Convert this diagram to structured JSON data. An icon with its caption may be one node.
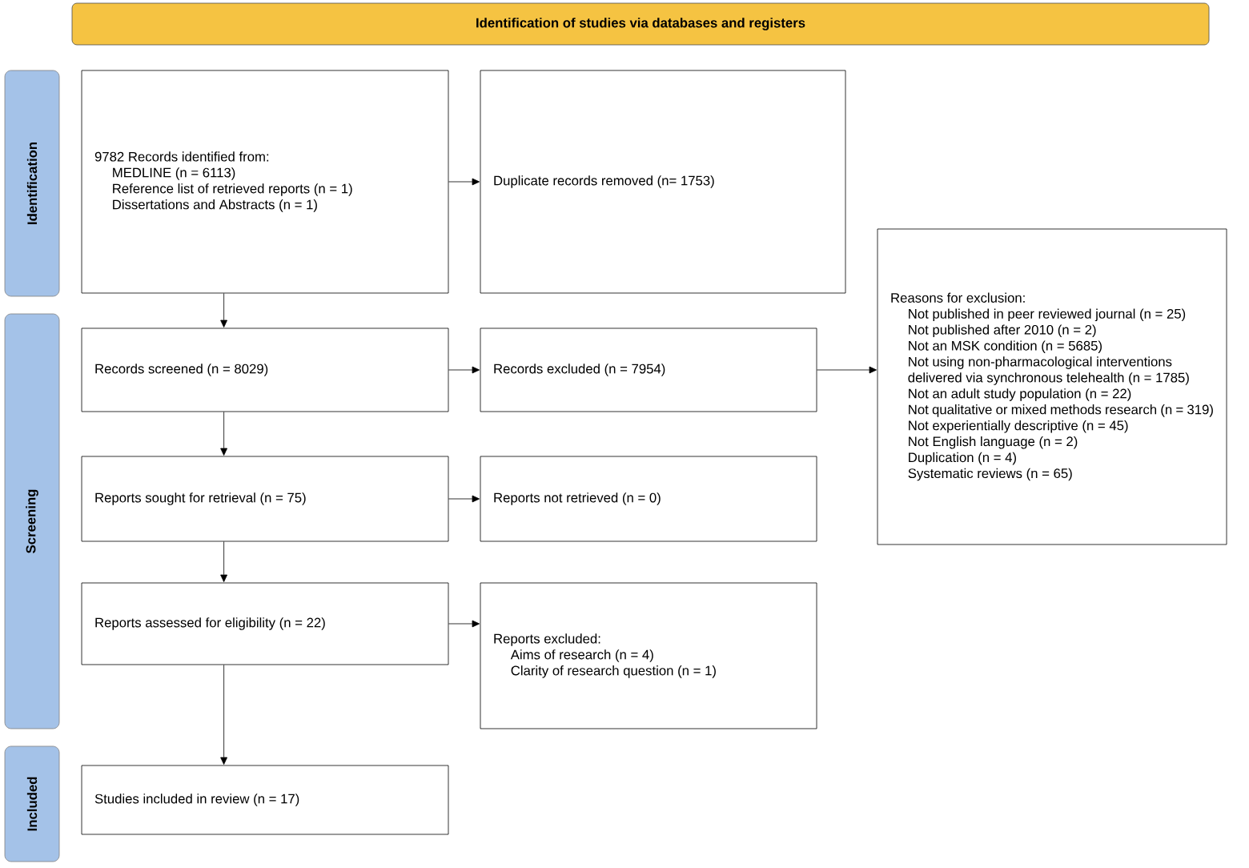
{
  "diagram": {
    "nodes": [
      {
        "text": [
          "Identification of studies via databases and registers"
        ]
      },
      {
        "text": [
          "Identification"
        ]
      },
      {
        "text": [
          "Screening"
        ]
      },
      {
        "text": [
          "Included"
        ]
      },
      {
        "text": [
          "9782 Records identified from:",
          "MEDLINE (n = 6113)",
          "Reference list of retrieved reports (n = 1)",
          "Dissertations and Abstracts (n = 1)"
        ]
      },
      {
        "text": [
          "Duplicate records removed (n= 1753)"
        ]
      },
      {
        "text": [
          "Records screened (n = 8029)"
        ]
      },
      {
        "text": [
          "Records excluded (n = 7954)"
        ]
      },
      {
        "text": [
          "Reasons for exclusion:",
          "Not published in peer reviewed journal (n = 25)",
          "Not published after 2010 (n = 2)",
          "Not an MSK condition (n = 5685)",
          "Not using non-pharmacological interventions delivered via synchronous telehealth (n = 1785)",
          "Not an adult study population (n = 22)",
          "Not qualitative or mixed methods research (n = 319)",
          "Not experientially descriptive (n = 45)",
          "Not English language (n = 2)",
          "Duplication (n = 4)",
          "Systematic reviews (n = 65)"
        ]
      },
      {
        "text": [
          "Reports sought for retrieval (n = 75)"
        ]
      },
      {
        "text": [
          "Reports not retrieved (n = 0)"
        ]
      },
      {
        "text": [
          "Reports assessed for eligibility (n = 22)"
        ]
      },
      {
        "text": [
          "Reports excluded:",
          "Aims of research (n = 4)",
          "Clarity of research question (n = 1)"
        ]
      },
      {
        "text": [
          "Studies included in review (n = 17)"
        ]
      }
    ],
    "edges": [
      {
        "from": 4,
        "to": 6,
        "arrow": "to"
      },
      {
        "from": 4,
        "to": 5,
        "arrow": "to"
      },
      {
        "from": 6,
        "to": 7,
        "arrow": "to"
      },
      {
        "from": 7,
        "to": 8,
        "arrow": "to"
      },
      {
        "from": 6,
        "to": 9,
        "arrow": "to"
      },
      {
        "from": 9,
        "to": 10,
        "arrow": "to"
      },
      {
        "from": 9,
        "to": 11,
        "arrow": "to"
      },
      {
        "from": 11,
        "to": 12,
        "arrow": "to"
      },
      {
        "from": 11,
        "to": 13,
        "arrow": "to"
      }
    ]
  }
}
